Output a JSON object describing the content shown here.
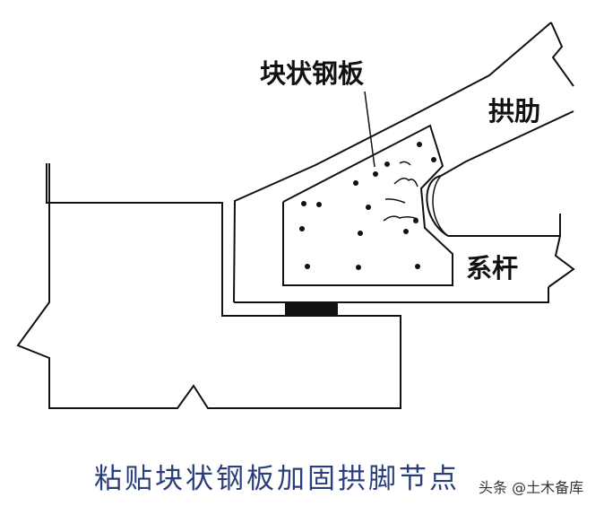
{
  "labels": {
    "steel_plate": "块状钢板",
    "arch_rib": "拱肋",
    "tie_rod": "系杆"
  },
  "caption": "粘贴块状钢板加固拱脚节点",
  "watermark": "头条 @土木备库",
  "colors": {
    "line": "#111111",
    "caption": "#2a3f7a"
  }
}
